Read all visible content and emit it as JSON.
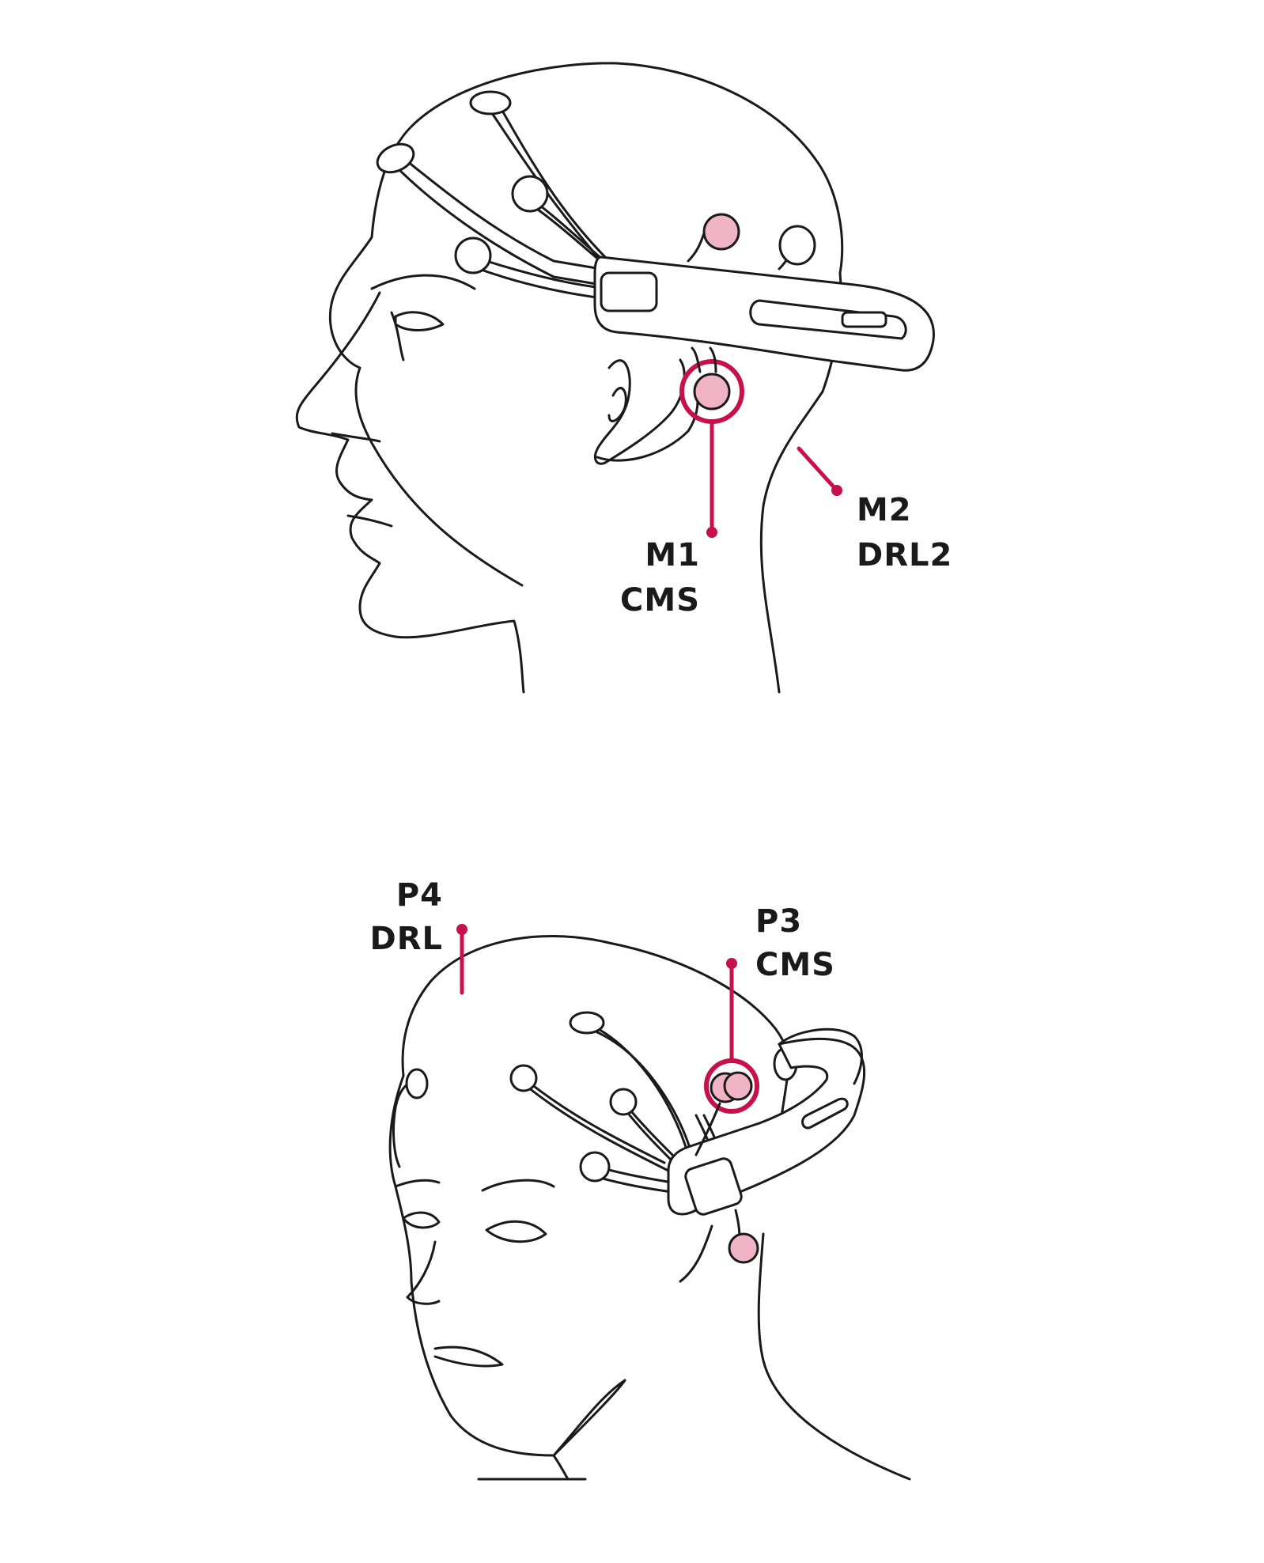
{
  "colors": {
    "ink": "#1a1a1a",
    "accent": "#c8104a",
    "electrode_fill": "#f0b3c6",
    "background": "#ffffff"
  },
  "top_figure": {
    "labels": {
      "m1_line1": "M1",
      "m1_line2": "CMS",
      "m2_line1": "M2",
      "m2_line2": "DRL2"
    }
  },
  "bottom_figure": {
    "labels": {
      "p4_line1": "P4",
      "p4_line2": "DRL",
      "p3_line1": "P3",
      "p3_line2": "CMS"
    }
  }
}
